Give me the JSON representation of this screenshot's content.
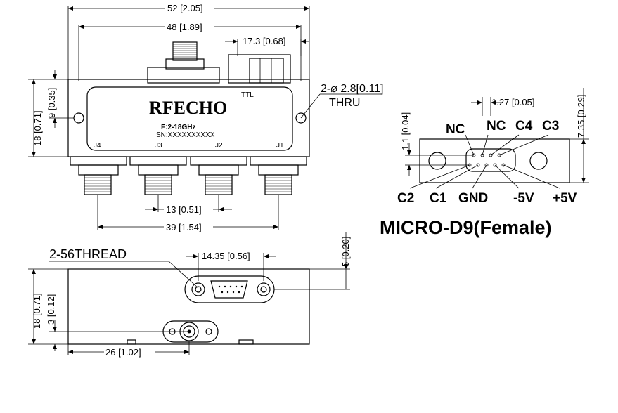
{
  "top_view": {
    "dim_overall_width": "52 [2.05]",
    "dim_body_width": "48 [1.89]",
    "dim_connector_offset": "17.3 [0.68]",
    "dim_mount_hole_offset": "9 [0.35]",
    "dim_body_height": "18 [0.71]",
    "dim_port_pitch": "13 [0.51]",
    "dim_port_span": "39 [1.54]",
    "hole_callout_line1": "2-⌀ 2.8[0.11]",
    "hole_callout_line2": "THRU",
    "label": {
      "brand": "RFECHO",
      "logic": "TTL",
      "frequency": "F:2-18GHz",
      "serial": "SN:XXXXXXXXXX",
      "ports": [
        "J4",
        "J3",
        "J2",
        "J1"
      ]
    }
  },
  "side_view": {
    "thread_callout": "2-56THREAD",
    "dim_dsub_holes": "14.35 [0.56]",
    "dim_dsub_height": "5 [0.20]",
    "dim_height": "18 [0.71]",
    "dim_rf_height": "3 [0.12]",
    "dim_rf_offset": "26 [1.02]"
  },
  "connector": {
    "dim_pin_pitch": "1.27 [0.05]",
    "dim_total_height": "7.35 [0.29]",
    "dim_pin_offset": "1.1 [0.04]",
    "top_pins": [
      "NC",
      "NC",
      "C4",
      "C3"
    ],
    "bottom_pins": [
      "C2",
      "C1",
      "GND",
      "-5V",
      "+5V"
    ],
    "title": "MICRO-D9(Female)"
  }
}
